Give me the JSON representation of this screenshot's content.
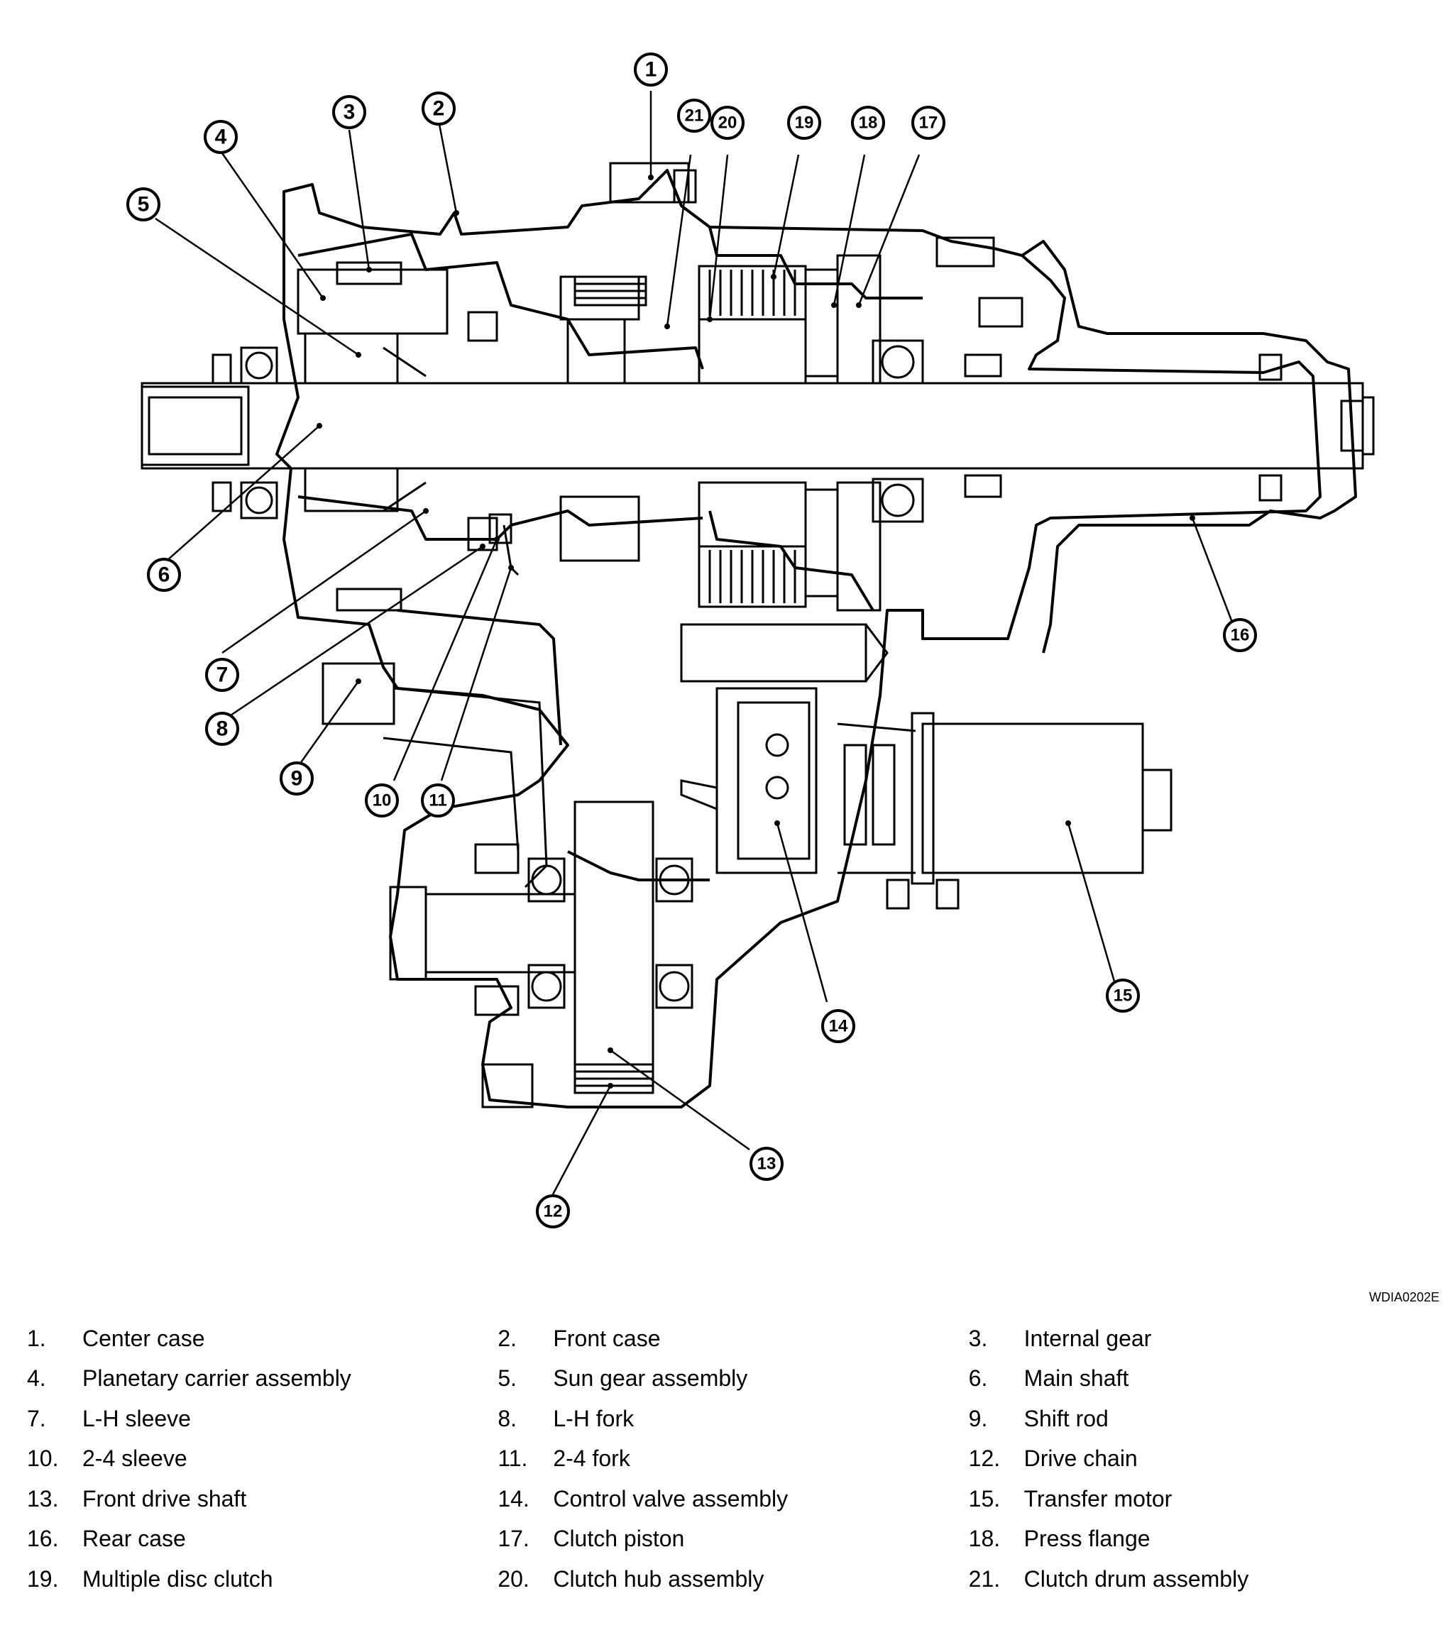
{
  "figure_code": "WDIA0202E",
  "parts": [
    {
      "num": "1.",
      "label": "Center case"
    },
    {
      "num": "2.",
      "label": "Front case"
    },
    {
      "num": "3.",
      "label": "Internal gear"
    },
    {
      "num": "4.",
      "label": "Planetary carrier assembly"
    },
    {
      "num": "5.",
      "label": "Sun gear assembly"
    },
    {
      "num": "6.",
      "label": "Main shaft"
    },
    {
      "num": "7.",
      "label": "L-H sleeve"
    },
    {
      "num": "8.",
      "label": "L-H fork"
    },
    {
      "num": "9.",
      "label": "Shift rod"
    },
    {
      "num": "10.",
      "label": "2-4 sleeve"
    },
    {
      "num": "11.",
      "label": "2-4 fork"
    },
    {
      "num": "12.",
      "label": "Drive chain"
    },
    {
      "num": "13.",
      "label": "Front drive shaft"
    },
    {
      "num": "14.",
      "label": "Control valve assembly"
    },
    {
      "num": "15.",
      "label": "Transfer motor"
    },
    {
      "num": "16.",
      "label": "Rear case"
    },
    {
      "num": "17.",
      "label": "Clutch piston"
    },
    {
      "num": "18.",
      "label": "Press flange"
    },
    {
      "num": "19.",
      "label": "Multiple disc clutch"
    },
    {
      "num": "20.",
      "label": "Clutch hub assembly"
    },
    {
      "num": "21.",
      "label": "Clutch drum assembly"
    }
  ],
  "callouts": [
    "1",
    "2",
    "3",
    "4",
    "5",
    "6",
    "7",
    "8",
    "9",
    "10",
    "11",
    "12",
    "13",
    "14",
    "15",
    "16",
    "17",
    "18",
    "19",
    "20",
    "21"
  ]
}
